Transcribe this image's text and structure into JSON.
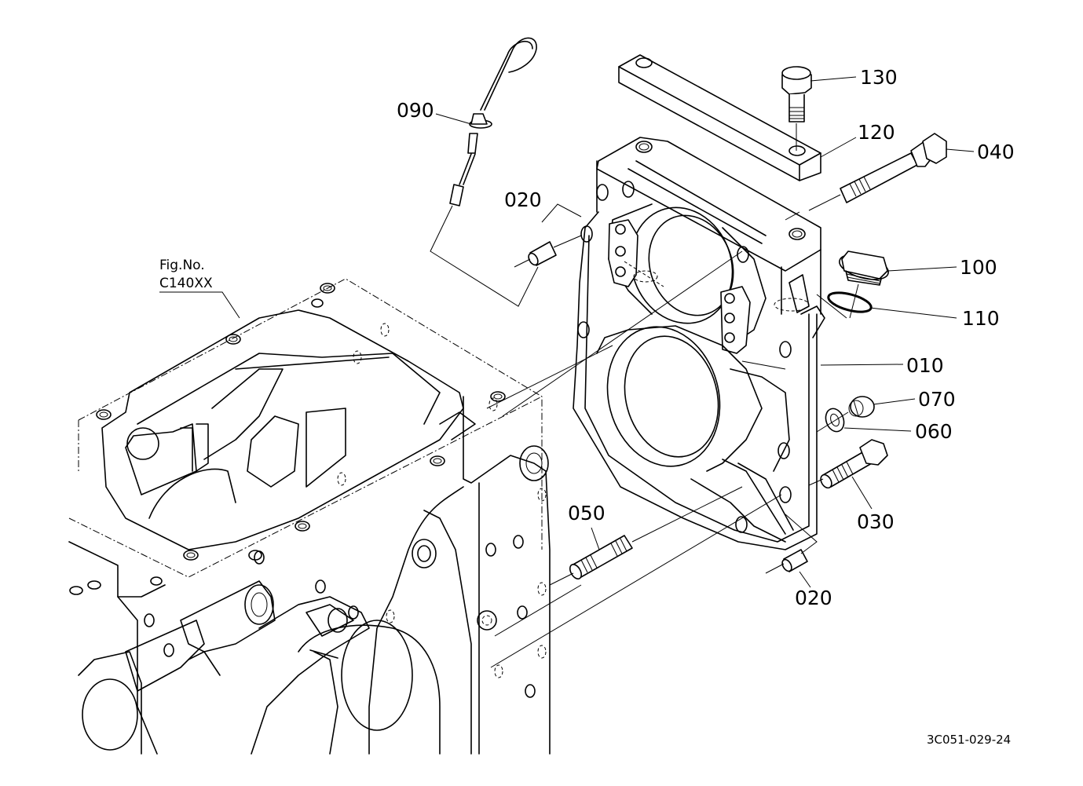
{
  "diagram": {
    "type": "exploded-parts-diagram",
    "drawing_code": "3C051-029-24",
    "figure_reference": {
      "label": "Fig.No.",
      "number": "C140XX"
    },
    "callouts": [
      {
        "id": "010",
        "label": "010"
      },
      {
        "id": "020-top",
        "label": "020"
      },
      {
        "id": "020-bottom",
        "label": "020"
      },
      {
        "id": "030",
        "label": "030"
      },
      {
        "id": "040",
        "label": "040"
      },
      {
        "id": "050",
        "label": "050"
      },
      {
        "id": "060",
        "label": "060"
      },
      {
        "id": "070",
        "label": "070"
      },
      {
        "id": "090",
        "label": "090"
      },
      {
        "id": "100",
        "label": "100"
      },
      {
        "id": "110",
        "label": "110"
      },
      {
        "id": "120",
        "label": "120"
      },
      {
        "id": "130",
        "label": "130"
      }
    ]
  }
}
